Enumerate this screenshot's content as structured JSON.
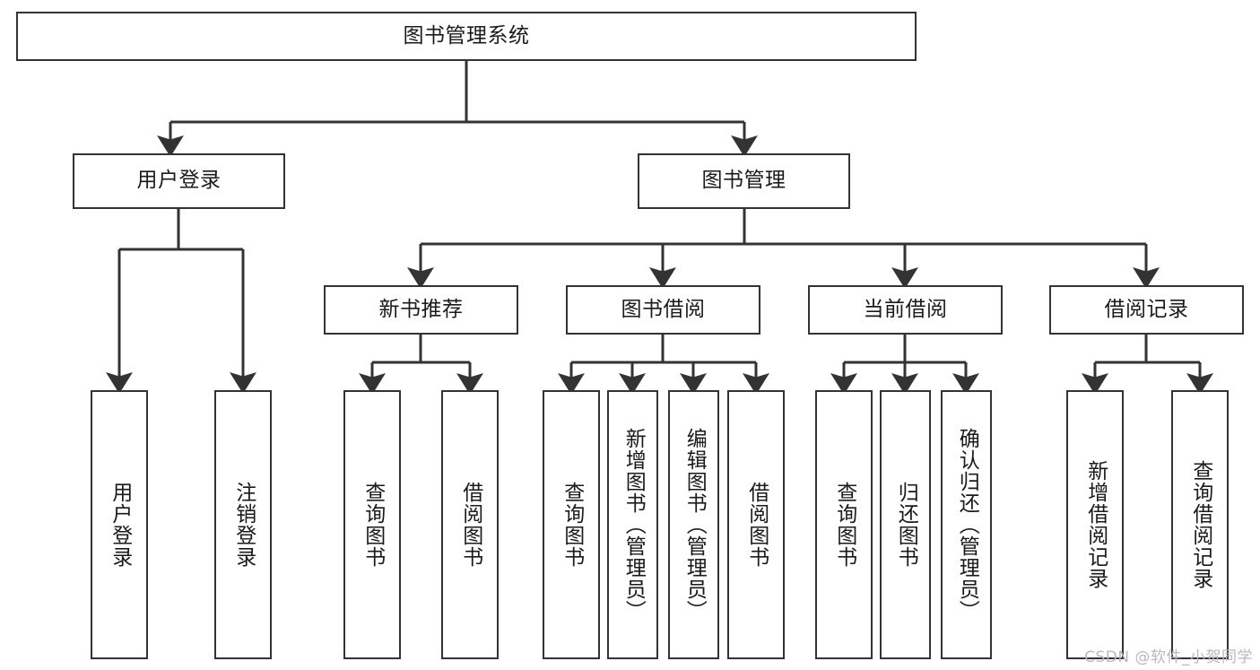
{
  "diagram": {
    "type": "tree-hierarchy",
    "title_box": {
      "label": "图书管理系统"
    },
    "level2": [
      {
        "id": "user-login",
        "label": "用户登录"
      },
      {
        "id": "book-management",
        "label": "图书管理"
      }
    ],
    "level3": [
      {
        "id": "new-book-recommend",
        "label": "新书推荐"
      },
      {
        "id": "book-borrow",
        "label": "图书借阅"
      },
      {
        "id": "current-borrow",
        "label": "当前借阅"
      },
      {
        "id": "borrow-record",
        "label": "借阅记录"
      }
    ],
    "leaves": [
      {
        "id": "leaf-user-login",
        "label": "用户登录"
      },
      {
        "id": "leaf-logout-login",
        "label": "注销登录"
      },
      {
        "id": "leaf-query-book-1",
        "label": "查询图书"
      },
      {
        "id": "leaf-borrow-book-1",
        "label": "借阅图书"
      },
      {
        "id": "leaf-query-book-2",
        "label": "查询图书"
      },
      {
        "id": "leaf-add-book",
        "label": "新增图书（管理员）"
      },
      {
        "id": "leaf-edit-book",
        "label": "编辑图书（管理员）"
      },
      {
        "id": "leaf-borrow-book-2",
        "label": "借阅图书"
      },
      {
        "id": "leaf-query-book-3",
        "label": "查询图书"
      },
      {
        "id": "leaf-return-book",
        "label": "归还图书"
      },
      {
        "id": "leaf-confirm-return",
        "label": "确认归还（管理员）"
      },
      {
        "id": "leaf-add-record",
        "label": "新增借阅记录"
      },
      {
        "id": "leaf-query-record",
        "label": "查询借阅记录"
      }
    ],
    "colors": {
      "stroke": "#333333",
      "fill": "#ffffff",
      "text": "#1a1a1a",
      "watermark": "#b9b9b9"
    }
  },
  "watermark": {
    "text": "CSDN @软件_小贺同学"
  }
}
